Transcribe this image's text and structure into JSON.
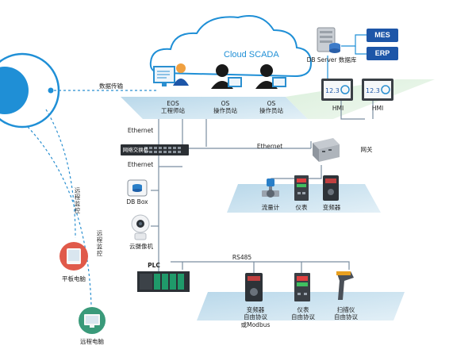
{
  "cloud": {
    "title": "Cloud SCADA"
  },
  "db_server": {
    "label": "DB Server 数据库"
  },
  "systems": {
    "mes": "MES",
    "erp": "ERP"
  },
  "data_transfer": "数据传输",
  "stations": [
    {
      "label": "EOS\n工程师站"
    },
    {
      "label": "OS\n操作员站"
    },
    {
      "label": "OS\n操作员站"
    }
  ],
  "hmi": [
    {
      "label": "HMI",
      "screen_value": "12.3"
    },
    {
      "label": "HMI",
      "screen_value": "12.3"
    }
  ],
  "network": {
    "ethernet_top": "Ethernet",
    "switch_label": "网络交换机",
    "ethernet_left": "Ethernet",
    "ethernet_right": "Ethernet",
    "gateway": "网关",
    "rs485": "RS485"
  },
  "gateway_devices": [
    {
      "label": "流量计"
    },
    {
      "label": "仪表"
    },
    {
      "label": "变频器"
    }
  ],
  "db_box": "DB Box",
  "camera": "云摄像机",
  "plc": "PLC",
  "plc_devices": [
    {
      "label": "变频器\n自由协议\n或Modbus"
    },
    {
      "label": "仪表\n自由协议"
    },
    {
      "label": "扫描仪\n自由协议"
    }
  ],
  "remote_monitor": [
    "远程监控",
    "远程监控"
  ],
  "tablet": "平板电脑",
  "remote_pc": "远程电脑",
  "colors": {
    "accent": "#1d56a8",
    "cloud": "#1f8fd6",
    "platform": "#cde3ef",
    "dashed": "#2a8fd0"
  }
}
